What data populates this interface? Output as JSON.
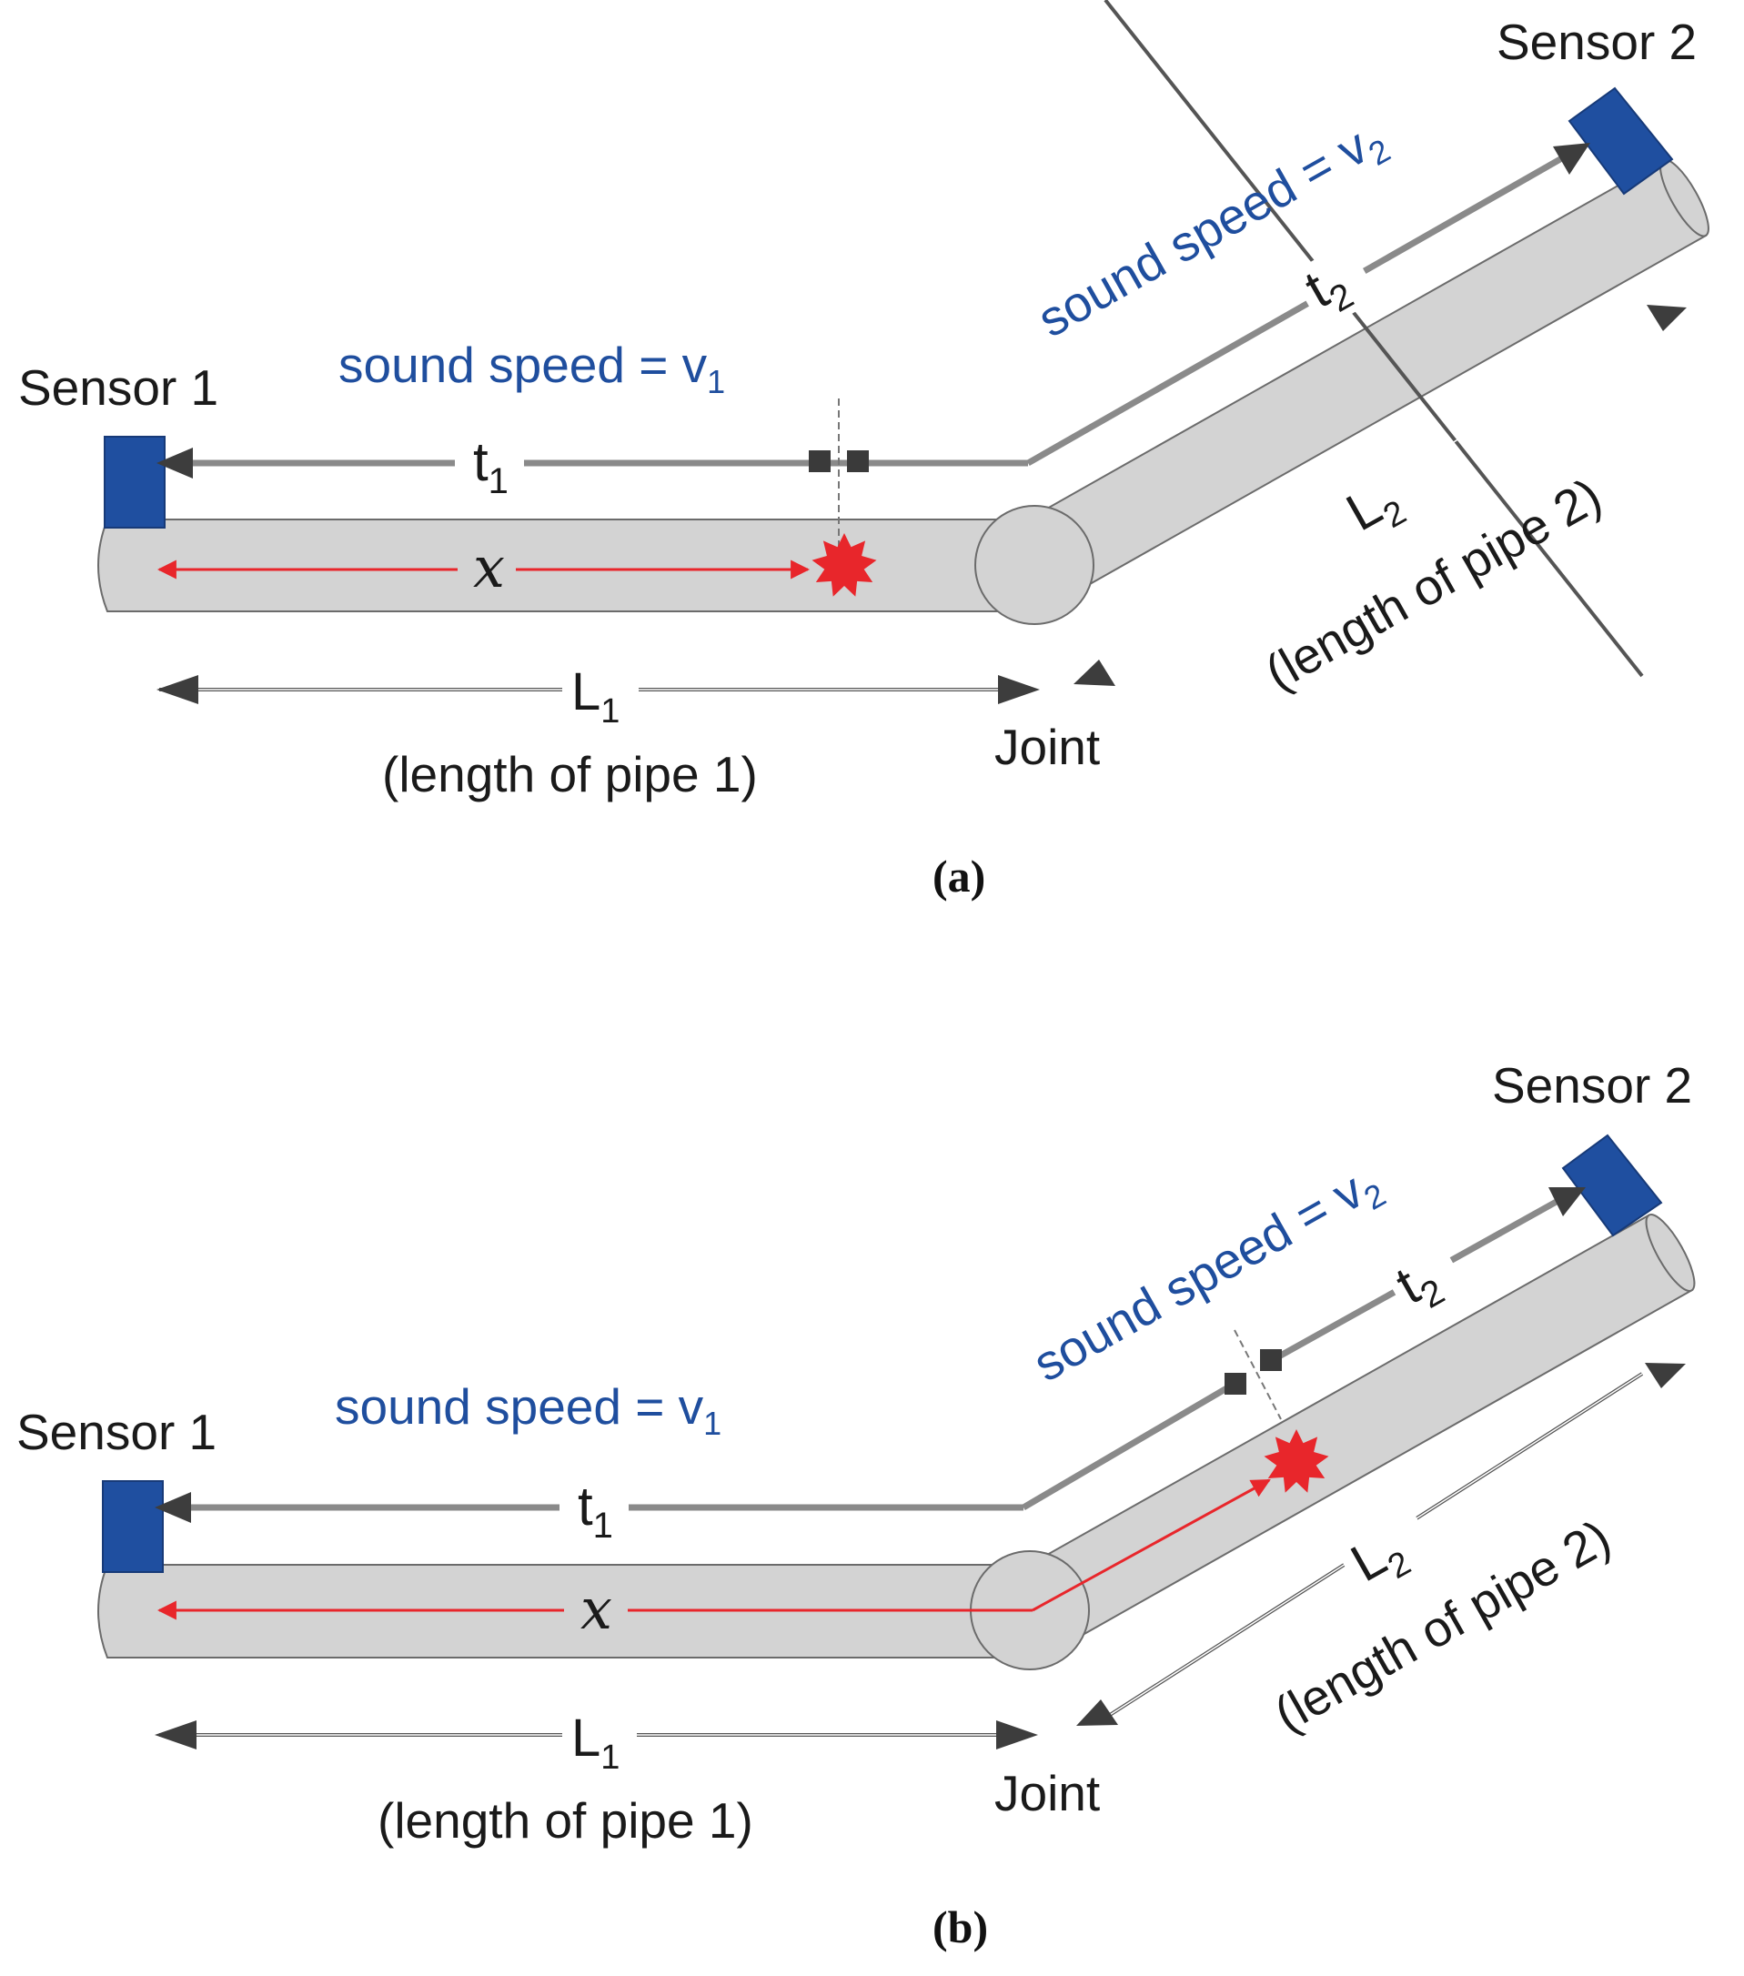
{
  "colors": {
    "sensor": "#1f4fa0",
    "pipe_fill": "#d3d3d3",
    "pipe_stroke": "#6b6b6b",
    "leak": "#e8262b",
    "text_blue": "#1f4e9e",
    "arrow_gray": "#808080",
    "arrow_dark": "#3d3d3d"
  },
  "panels": [
    {
      "caption": "(a)",
      "sensor1": "Sensor 1",
      "sensor2": "Sensor 2",
      "speed1": {
        "text": "sound speed = v",
        "sub": "1"
      },
      "speed2": {
        "text": "sound speed = v",
        "sub": "2"
      },
      "t1": {
        "base": "t",
        "sub": "1"
      },
      "t2": {
        "base": "t",
        "sub": "2"
      },
      "x": "x",
      "L1": {
        "base": "L",
        "sub": "1"
      },
      "L1_desc": "(length of pipe 1)",
      "L2": {
        "base": "L",
        "sub": "2"
      },
      "L2_desc": "(length of pipe 2)",
      "joint": "Joint"
    },
    {
      "caption": "(b)",
      "sensor1": "Sensor 1",
      "sensor2": "Sensor 2",
      "speed1": {
        "text": "sound speed = v",
        "sub": "1"
      },
      "speed2": {
        "text": "sound speed = v",
        "sub": "2"
      },
      "t1": {
        "base": "t",
        "sub": "1"
      },
      "t2": {
        "base": "t",
        "sub": "2"
      },
      "x": "x",
      "L1": {
        "base": "L",
        "sub": "1"
      },
      "L1_desc": "(length of pipe 1)",
      "L2": {
        "base": "L",
        "sub": "2"
      },
      "L2_desc": "(length of pipe 2)",
      "joint": "Joint"
    }
  ]
}
